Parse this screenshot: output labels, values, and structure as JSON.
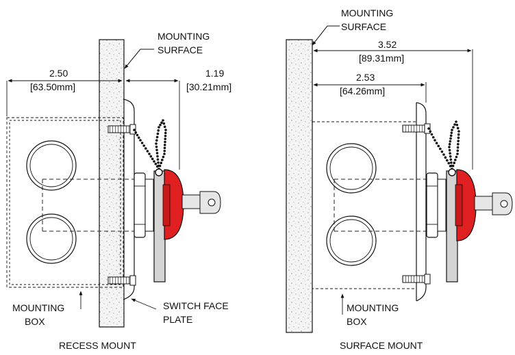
{
  "recess": {
    "title": "RECESS MOUNT",
    "surface_label": [
      "MOUNTING",
      "SURFACE"
    ],
    "dim_left": {
      "value": "2.50",
      "metric": "[63.50mm]"
    },
    "dim_right": {
      "value": "1.19",
      "metric": "[30.21mm]"
    },
    "box_label": [
      "MOUNTING",
      "BOX"
    ],
    "plate_label": [
      "SWITCH FACE",
      "PLATE"
    ]
  },
  "surface": {
    "title": "SURFACE MOUNT",
    "surface_label": [
      "MOUNTING",
      "SURFACE"
    ],
    "dim_overall": {
      "value": "3.52",
      "metric": "[89.31mm]"
    },
    "dim_inner": {
      "value": "2.53",
      "metric": "[64.26mm]"
    },
    "box_label": [
      "MOUNTING",
      "BOX"
    ]
  },
  "colors": {
    "knob": "#e02020",
    "wall": "#f2f2f2",
    "metal": "#d4d4d4"
  }
}
